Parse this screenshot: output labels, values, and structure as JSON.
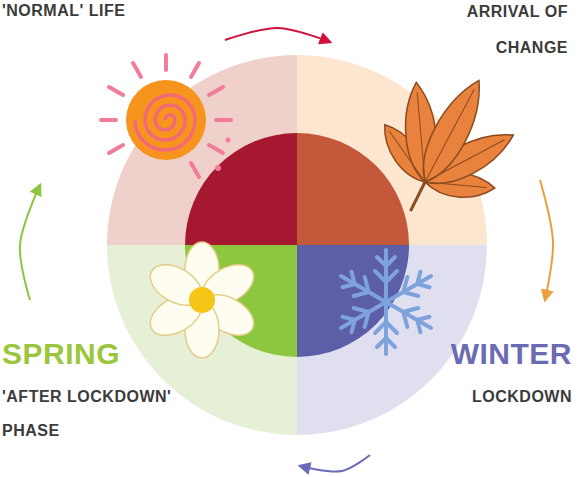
{
  "diagram": {
    "nodes": [
      {
        "text": [
          "'NORMAL' LIFE"
        ]
      },
      {
        "text": [
          "ARRIVAL OF CHANGE"
        ]
      },
      {
        "text": [
          "SPRING",
          "'AFTER LOCKDOWN' PHASE"
        ]
      },
      {
        "text": [
          "WINTER",
          "LOCKDOWN"
        ]
      }
    ],
    "edges": [
      {
        "from": 0,
        "to": 1,
        "arrow": "to"
      },
      {
        "from": 1,
        "to": 3,
        "arrow": "to"
      },
      {
        "from": 3,
        "to": 2,
        "arrow": "to"
      },
      {
        "from": 2,
        "to": 0,
        "arrow": "to"
      }
    ]
  }
}
